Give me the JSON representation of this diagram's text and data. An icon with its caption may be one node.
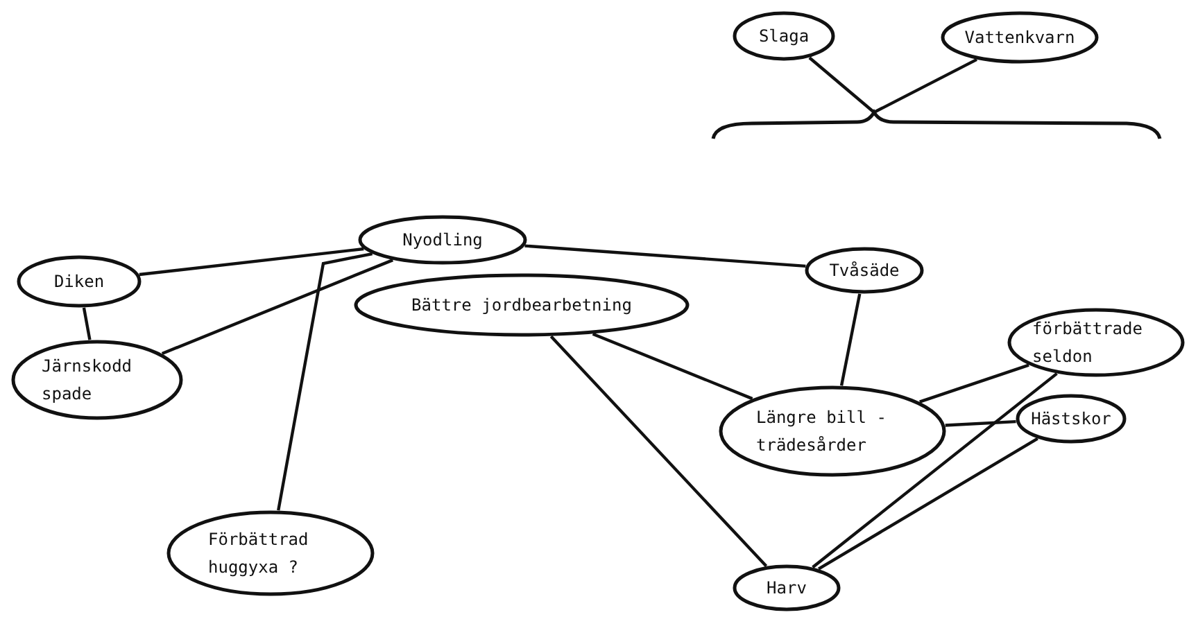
{
  "diagram": {
    "nodes": [
      {
        "text": [
          "Slaga"
        ]
      },
      {
        "text": [
          "Vattenkvarn"
        ]
      },
      {
        "text": [],
        "shape": "brace"
      },
      {
        "text": [
          "Nyodling"
        ]
      },
      {
        "text": [
          "Diken"
        ]
      },
      {
        "text": [
          "Bättre jordbearbetning"
        ]
      },
      {
        "text": [
          "Tvåsäde"
        ]
      },
      {
        "text": [
          "Järnskodd spade"
        ]
      },
      {
        "text": [
          "förbättrade seldon"
        ]
      },
      {
        "text": [
          "Längre bill - trädesårder"
        ]
      },
      {
        "text": [
          "Hästskor"
        ]
      },
      {
        "text": [
          "Förbättrad huggyxa ?"
        ]
      },
      {
        "text": [
          "Harv"
        ]
      }
    ],
    "edges": [
      {
        "from": 0,
        "to": 2,
        "arrow": "none"
      },
      {
        "from": 1,
        "to": 2,
        "arrow": "none"
      },
      {
        "from": 3,
        "to": 6,
        "arrow": "none"
      },
      {
        "from": 4,
        "to": 3,
        "arrow": "none"
      },
      {
        "from": 7,
        "to": 3,
        "arrow": "none"
      },
      {
        "from": 4,
        "to": 7,
        "arrow": "none"
      },
      {
        "from": 11,
        "to": 3,
        "arrow": "none"
      },
      {
        "from": 5,
        "to": 9,
        "arrow": "none"
      },
      {
        "from": 5,
        "to": 12,
        "arrow": "none"
      },
      {
        "from": 6,
        "to": 9,
        "arrow": "none"
      },
      {
        "from": 9,
        "to": 8,
        "arrow": "none"
      },
      {
        "from": 9,
        "to": 10,
        "arrow": "none"
      },
      {
        "from": 12,
        "to": 8,
        "arrow": "none"
      },
      {
        "from": 12,
        "to": 10,
        "arrow": "none"
      }
    ]
  }
}
